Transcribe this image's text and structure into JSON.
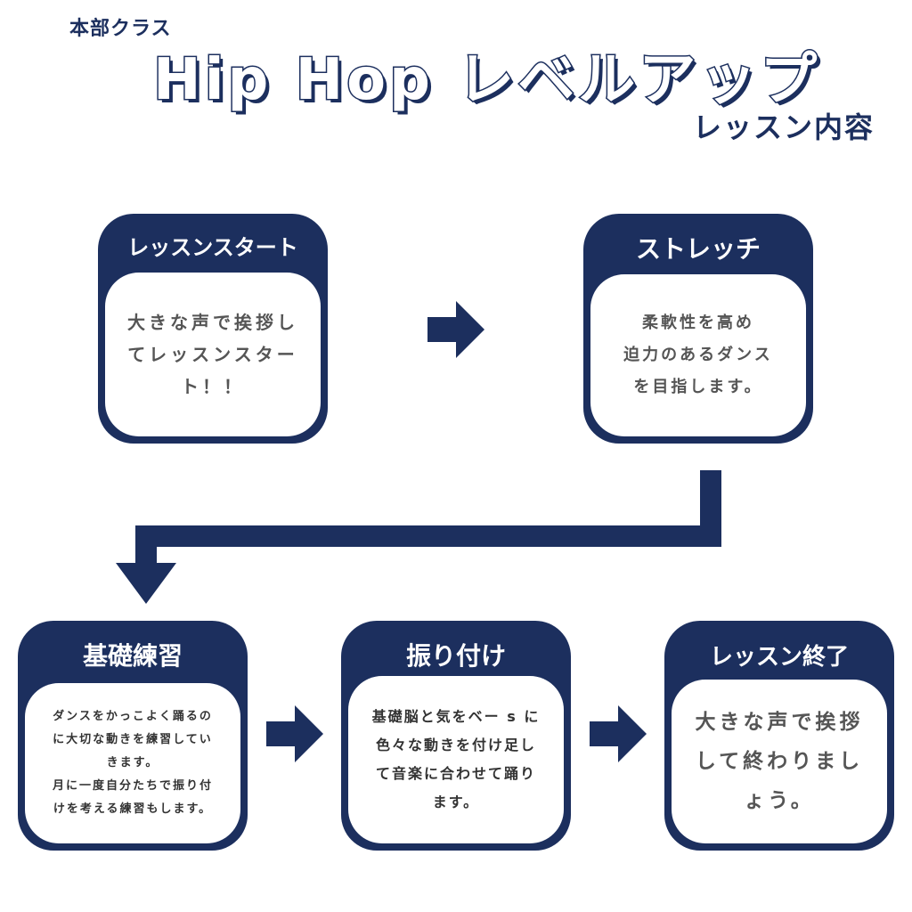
{
  "header": {
    "category": "本部クラス",
    "title": "Hip Hop レベルアップ",
    "subtitle": "レッスン内容"
  },
  "steps": [
    {
      "title": "レッスンスタート",
      "body": "大きな声で挨拶し\nてレッスンスター\nト！！"
    },
    {
      "title": "ストレッチ",
      "body": "柔軟性を高め\n迫力のあるダンス\nを目指します。"
    },
    {
      "title": "基礎練習",
      "body": "ダンスをかっこよく踊るの\nに大切な動きを練習してい\nきます。\n月に一度自分たちで振り付\nけを考える練習もします。"
    },
    {
      "title": "振り付け",
      "body": "基礎脳と気をベー s に\n色々な動きを付け足し\nて音楽に合わせて踊り\nます。"
    },
    {
      "title": "レッスン終了",
      "body": "大きな声で挨拶\nして終わりまし\nょう。"
    }
  ],
  "colors": {
    "navy": "#1c2f5e",
    "body_text": "#555555",
    "background": "#ffffff"
  },
  "icons": [
    "arrow-right-icon",
    "connector-arrow-down-icon"
  ]
}
